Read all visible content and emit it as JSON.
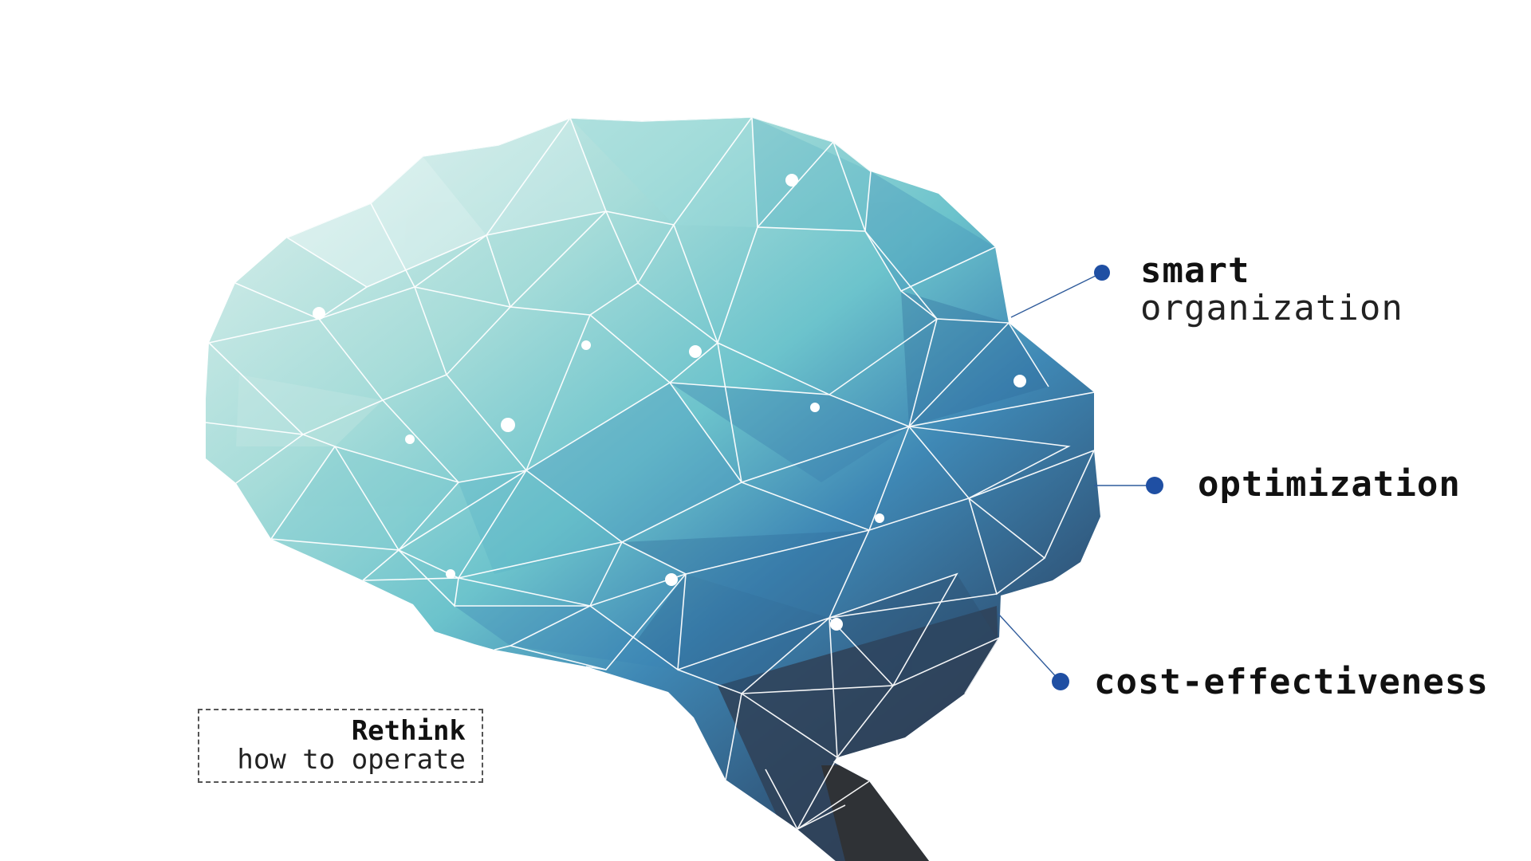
{
  "labels": {
    "smart": {
      "line1": "smart",
      "line2": "organization"
    },
    "optimization": {
      "line1": "optimization"
    },
    "cost": {
      "line1": "cost-effectiveness"
    }
  },
  "rethink": {
    "title": "Rethink",
    "subtitle": "how to operate"
  },
  "colors": {
    "background": "#ffffff",
    "brain_light": "#dcefea",
    "brain_mid": "#6cc3cc",
    "brain_blue": "#3a7fb0",
    "brain_dark": "#2e3e55",
    "stem_dark": "#2f3236",
    "connector_dot": "#1f4fa3",
    "mesh_line": "#ffffff",
    "text": "#111111"
  },
  "icons": {
    "node": "white-dot",
    "bullet": "blue-dot"
  }
}
